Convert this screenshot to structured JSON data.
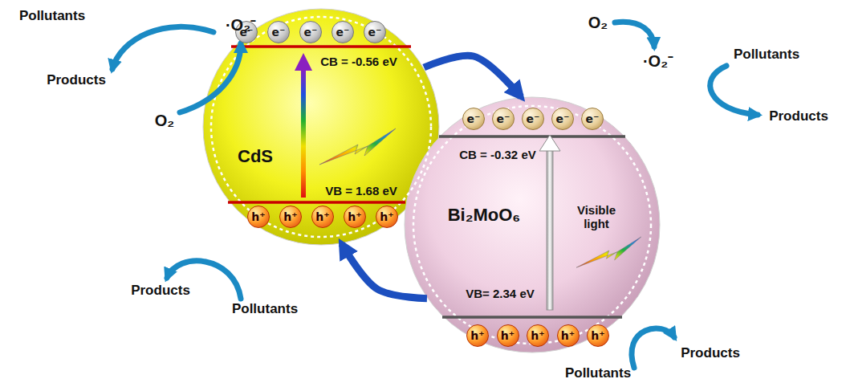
{
  "diagram": {
    "nodes": [
      {
        "text": [
          "CB = -0.56 eV",
          "CdS",
          "VB = 1.68 eV"
        ]
      },
      {
        "text": [
          "e⁻"
        ],
        "in": 0
      },
      {
        "text": [
          "e⁻"
        ],
        "in": 0
      },
      {
        "text": [
          "e⁻"
        ],
        "in": 0
      },
      {
        "text": [
          "e⁻"
        ],
        "in": 0
      },
      {
        "text": [
          "e⁻"
        ],
        "in": 0
      },
      {
        "text": [
          "h⁺"
        ],
        "in": 0
      },
      {
        "text": [
          "h⁺"
        ],
        "in": 0
      },
      {
        "text": [
          "h⁺"
        ],
        "in": 0
      },
      {
        "text": [
          "h⁺"
        ],
        "in": 0
      },
      {
        "text": [
          "h⁺"
        ],
        "in": 0
      },
      {
        "text": [
          "CB = -0.32 eV",
          "Bi₂MoO₆",
          "Visible light",
          "VB= 2.34 eV"
        ]
      },
      {
        "text": [
          "e⁻"
        ],
        "in": 11
      },
      {
        "text": [
          "e⁻"
        ],
        "in": 11
      },
      {
        "text": [
          "e⁻"
        ],
        "in": 11
      },
      {
        "text": [
          "e⁻"
        ],
        "in": 11
      },
      {
        "text": [
          "e⁻"
        ],
        "in": 11
      },
      {
        "text": [
          "h⁺"
        ],
        "in": 11
      },
      {
        "text": [
          "h⁺"
        ],
        "in": 11
      },
      {
        "text": [
          "h⁺"
        ],
        "in": 11
      },
      {
        "text": [
          "h⁺"
        ],
        "in": 11
      },
      {
        "text": [
          "h⁺"
        ],
        "in": 11
      }
    ],
    "edges": [
      {
        "from": 0,
        "to": 11,
        "arrow": "to"
      },
      {
        "from": 11,
        "to": 0,
        "arrow": "to"
      }
    ],
    "labels": [
      "Pollutants",
      "·O₂⁻",
      "Products",
      "O₂",
      "Products",
      "Pollutants",
      "O₂",
      "·O₂⁻",
      "Pollutants",
      "Products",
      "Pollutants",
      "Products"
    ]
  }
}
